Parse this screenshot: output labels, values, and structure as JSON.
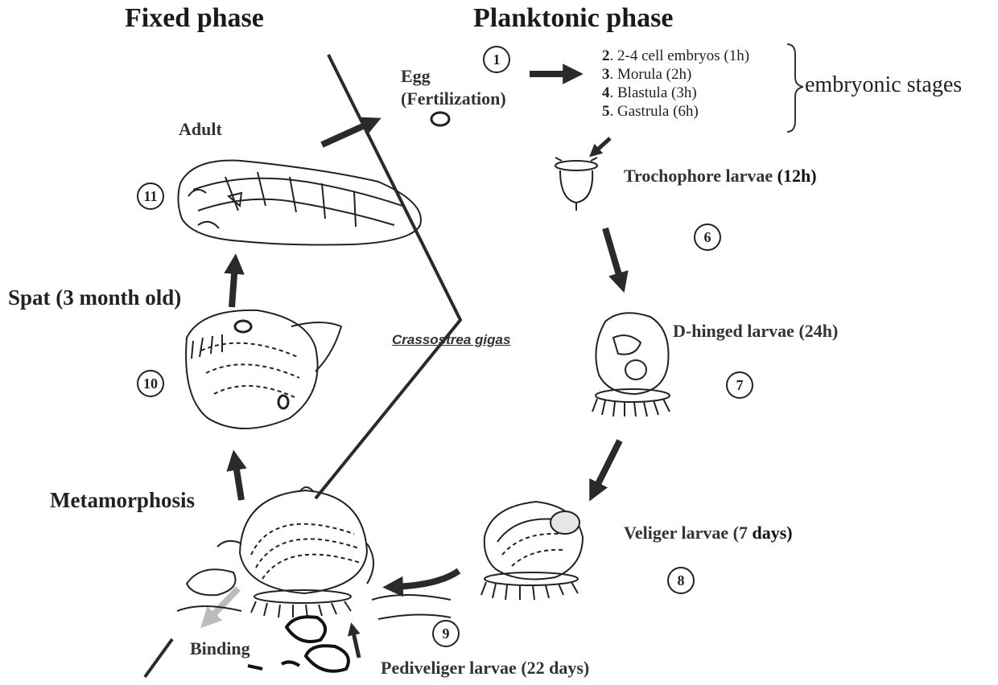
{
  "phases": {
    "fixed": "Fixed phase",
    "planktonic": "Planktonic phase"
  },
  "species": "Crassostrea gigas",
  "embryonic": {
    "bracket_label": "embryonic stages",
    "items": [
      {
        "num": "2",
        "text": ". 2-4 cell embryos (1h)"
      },
      {
        "num": "3",
        "text": ". Morula (2h)"
      },
      {
        "num": "4",
        "text": ". Blastula (3h)"
      },
      {
        "num": "5",
        "text": ". Gastrula (6h)"
      }
    ]
  },
  "labels": {
    "egg_line1": "Egg",
    "egg_line2": "(Fertilization)",
    "adult": "Adult",
    "trochophore": "Trochophore larvae ",
    "trochophore_time": "(12h)",
    "dhinged": "D-hinged larvae (24h)",
    "veliger": "Veliger larvae (7 ",
    "veliger_time": "days)",
    "pediveliger": "Pediveliger larvae (22 days)",
    "spat": "Spat (3 month old)",
    "metamorphosis": "Metamorphosis",
    "binding": "Binding"
  },
  "stage_numbers": {
    "s1": "1",
    "s6": "6",
    "s7": "7",
    "s8": "8",
    "s9": "9",
    "s10": "10",
    "s11": "11"
  }
}
